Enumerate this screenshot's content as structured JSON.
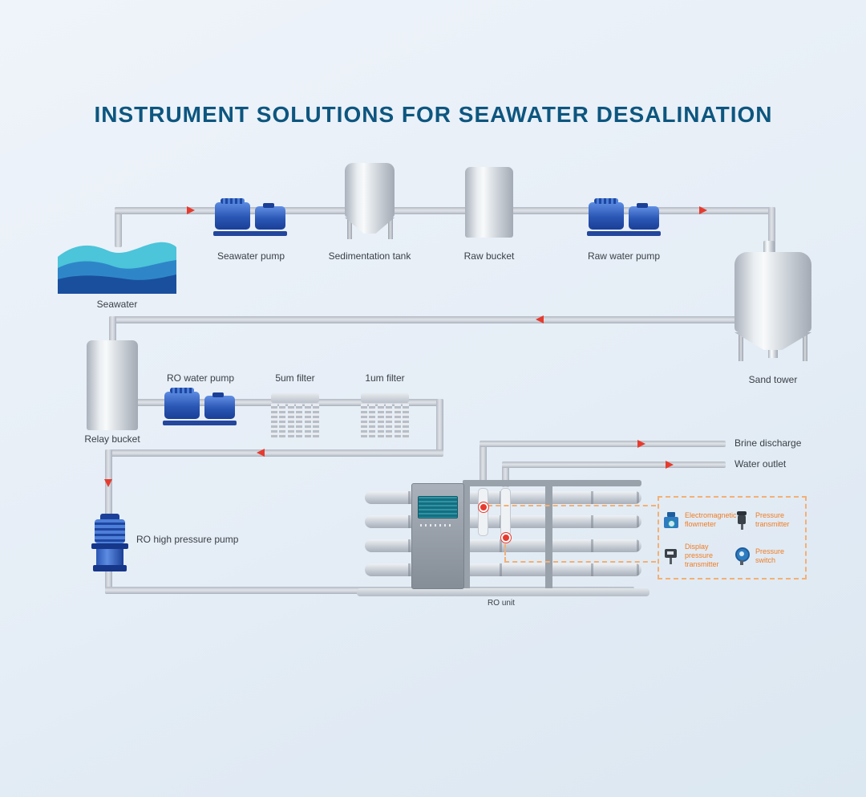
{
  "title": "INSTRUMENT SOLUTIONS FOR SEAWATER DESALINATION",
  "labels": {
    "seawater": "Seawater",
    "seawater_pump": "Seawater pump",
    "sedimentation_tank": "Sedimentation tank",
    "raw_bucket": "Raw bucket",
    "raw_water_pump": "Raw water pump",
    "sand_tower": "Sand tower",
    "relay_bucket": "Relay bucket",
    "ro_water_pump": "RO water pump",
    "filter_5um": "5um filter",
    "filter_1um": "1um filter",
    "ro_high_pressure_pump": "RO high pressure pump",
    "ro_unit": "RO unit",
    "brine_discharge": "Brine discharge",
    "water_outlet": "Water outlet"
  },
  "legend": {
    "electromagnetic_flowmeter": "Electromagnetic flowmeter",
    "pressure_transmitter": "Pressure transmitter",
    "display_pressure_transmitter": "Display pressure transmitter",
    "pressure_switch": "Pressure switch"
  },
  "colors": {
    "title_blue": "#0d567f",
    "pump_blue": "#2a56b4",
    "pipe_gray": "#c5cad2",
    "flow_arrow_red": "#e63b2e",
    "legend_orange": "#ee7d25"
  }
}
